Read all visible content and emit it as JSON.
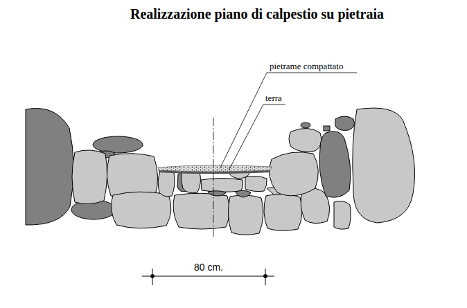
{
  "diagram": {
    "title": "Realizzazione piano di calpestio su pietraia",
    "labels": [
      "pietrame compattato",
      "terra",
      "80 cm."
    ]
  }
}
